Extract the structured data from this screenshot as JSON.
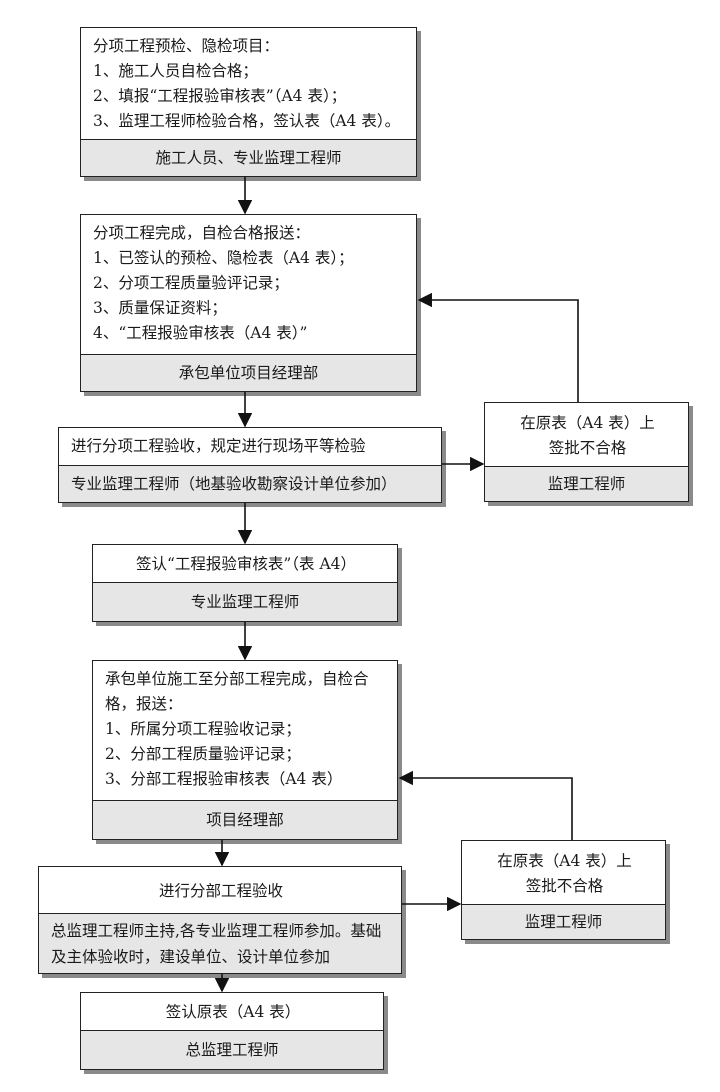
{
  "nodes": {
    "box1": {
      "lines": [
        "分项工程预检、隐检项目：",
        "1、施工人员自检合格；",
        "2、填报“工程报验审核表”（A4 表）；",
        "3、监理工程师检验合格，签认表（A4 表）。"
      ],
      "footer": "施工人员、专业监理工程师"
    },
    "box2": {
      "lines": [
        "分项工程完成，自检合格报送：",
        "1、已签认的预检、隐检表（A4 表）；",
        "2、分项工程质量验评记录；",
        "3、质量保证资料；",
        "4、“工程报验审核表（A4 表）”"
      ],
      "footer": "承包单位项目经理部"
    },
    "box3": {
      "lines": [
        "进行分项工程验收，规定进行现场平等检验"
      ],
      "footer": "专业监理工程师（地基验收勘察设计单位参加）"
    },
    "box3r": {
      "lines": [
        "在原表（A4 表）上",
        "签批不合格"
      ],
      "footer": "监理工程师"
    },
    "box4": {
      "lines": [
        "签认“工程报验审核表”（表 A4）"
      ],
      "footer": "专业监理工程师"
    },
    "box5": {
      "lines": [
        "承包单位施工至分部工程完成，自检合格，报送：",
        "1、所属分项工程验收记录；",
        "2、分部工程质量验评记录；",
        "3、分部工程报验审核表（A4 表）"
      ],
      "footer": "项目经理部"
    },
    "box6": {
      "lines": [
        "进行分部工程验收"
      ],
      "footer": "总监理工程师主持,各专业监理工程师参加。基础及主体验收时，建设单位、设计单位参加"
    },
    "box6r": {
      "lines": [
        "在原表（A4 表）上",
        "签批不合格"
      ],
      "footer": "监理工程师"
    },
    "box7": {
      "lines": [
        "签认原表（A4 表）"
      ],
      "footer": "总监理工程师"
    }
  }
}
